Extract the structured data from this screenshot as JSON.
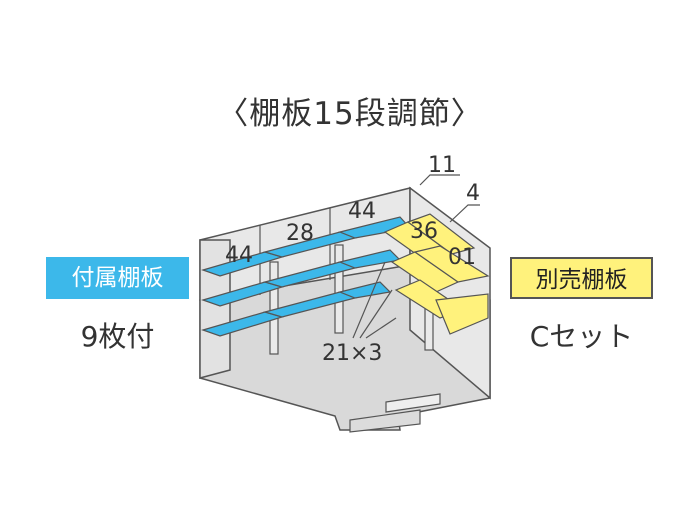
{
  "title": "〈棚板15段調節〉",
  "left_badge": "付属棚板",
  "left_sub": "9枚付",
  "right_badge": "別売棚板",
  "right_sub": "Cセット",
  "labels": {
    "n44a": "44",
    "n28": "28",
    "n44b": "44",
    "n11": "11",
    "n4": "4",
    "n36": "36",
    "n01": "01",
    "n21x3": "21×3"
  },
  "colors": {
    "included_shelf": "#3cb8ea",
    "optional_shelf": "#fff27c",
    "floor": "#d9d9d9",
    "wall": "#e6e6e6",
    "line": "#555555"
  }
}
